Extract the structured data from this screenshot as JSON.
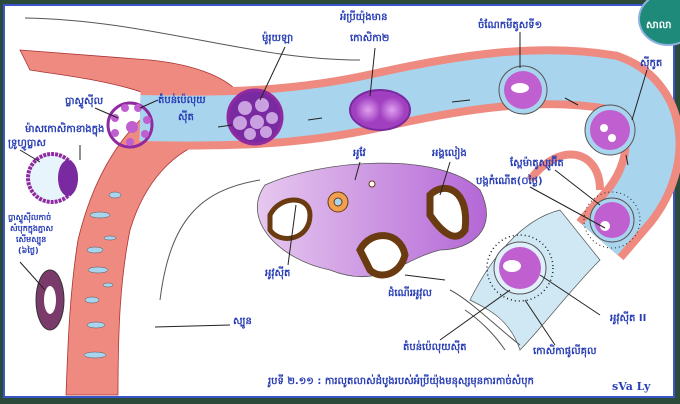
{
  "labels": {
    "embryo_two_cell_1": "អំប្រីយ៉ុងមាន",
    "embryo_two_cell_2": "កោសិកា២",
    "first_mitosis": "ចំណែកមីតូសទី១",
    "zygote": "ស៊ីកូត",
    "morula": "ម៉ូរុយឡា",
    "zona_pellucida_top_1": "តំបន់ប៉េលុយ",
    "zona_pellucida_top_2": "ស៊ីត",
    "blastocyst": "ប្លាស្ទូស៊ីល",
    "inner_cell_mass": "ម៉ាសកោសិកាខាងក្នុង",
    "trophoblast": "ទ្រូហ្វូប្លាស",
    "implanted_1": "ប្លាស្ទូស៊ីលកាច់",
    "implanted_2": "សំបុកក្នុងភ្នាស",
    "implanted_3": "សើមស្បូន",
    "implanted_4": "(៦ថ្ងៃ)",
    "ovary": "អូវែ",
    "corpus_luteum": "អង្គលៀង",
    "spermatozoid": "ស្ពែម៉ាតូស្សូអ៊ីត",
    "fertilization": "បង្កកំណើត(០ថ្ងៃ)",
    "oocyte": "អូវុស៊ីត",
    "ovulation": "ដំណើរអូវុល",
    "uterus": "ស្បូន",
    "oocyte_ii": "អូវុស៊ីត II",
    "zona_pellucida_bottom": "តំបន់ប៉េលុយស៊ីត",
    "follicle_cells": "កោសិកាផូលីគុល"
  },
  "caption": "រូបទី ២.១១ : ការលូតលាស់ដំបូងរបស់អំប្រីយ៉ុងមនុស្សមុនការកាច់សំបុក",
  "signature": "sVa Ly",
  "logo_text": "សាលា",
  "colors": {
    "wall": "#ee8a80",
    "lumen": "#a9d4ee",
    "cell": "#c060d0",
    "label": "#2a3fb5",
    "ovary": "#c98ae0",
    "follicle": "#f0a050"
  }
}
